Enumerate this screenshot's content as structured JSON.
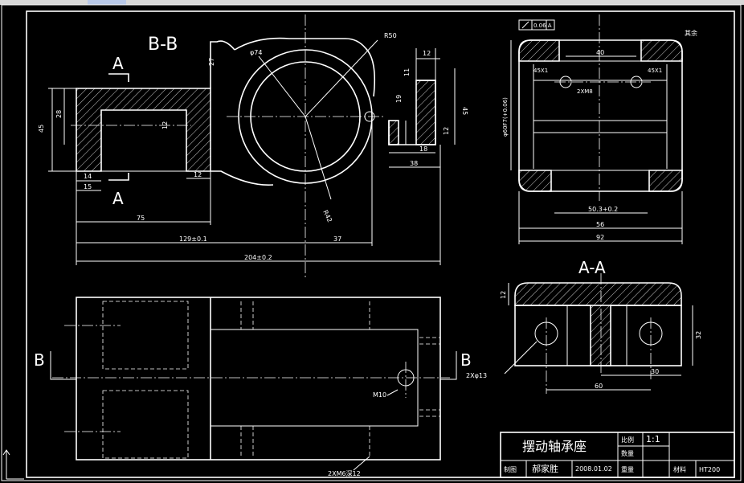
{
  "drawing": {
    "section_bb": "B-B",
    "section_aa": "A-A",
    "marker_a": "A",
    "marker_b": "B",
    "dims": {
      "r50": "R50",
      "phi74": "φ74",
      "d27": "27",
      "d12a": "12",
      "d11": "11",
      "d19": "19",
      "d45a": "45",
      "d12b": "12",
      "d18": "18",
      "d38": "38",
      "d45b": "45",
      "d28": "28",
      "d12c": "12",
      "d14": "14",
      "d15": "15",
      "d12d": "12",
      "r42": "R42",
      "d75": "75",
      "d129": "129±0.1",
      "d37": "37",
      "d204": "204±0.2",
      "tol": "0.06 A",
      "d40": "40",
      "chamfer1": "45X1",
      "chamfer2": "45X1",
      "m8": "2XM8",
      "phi60": "φ60F7(+0.06)",
      "d50": "50.3+0.2",
      "d56": "56",
      "d92": "92",
      "rest": "其余",
      "d12e": "12",
      "d32": "32",
      "phi13": "2Xφ13",
      "d30": "30",
      "d60": "60",
      "m10": "M10",
      "m6": "2XM6深12"
    }
  },
  "title_block": {
    "part_name": "摆动轴承座",
    "scale_label": "比例",
    "scale_value": "1:1",
    "qty_label": "数量",
    "drawn_label": "制图",
    "drawn_by": "郝家胜",
    "date": "2008.01.02",
    "weight_label": "重量",
    "material_label": "材料",
    "material": "HT200"
  }
}
